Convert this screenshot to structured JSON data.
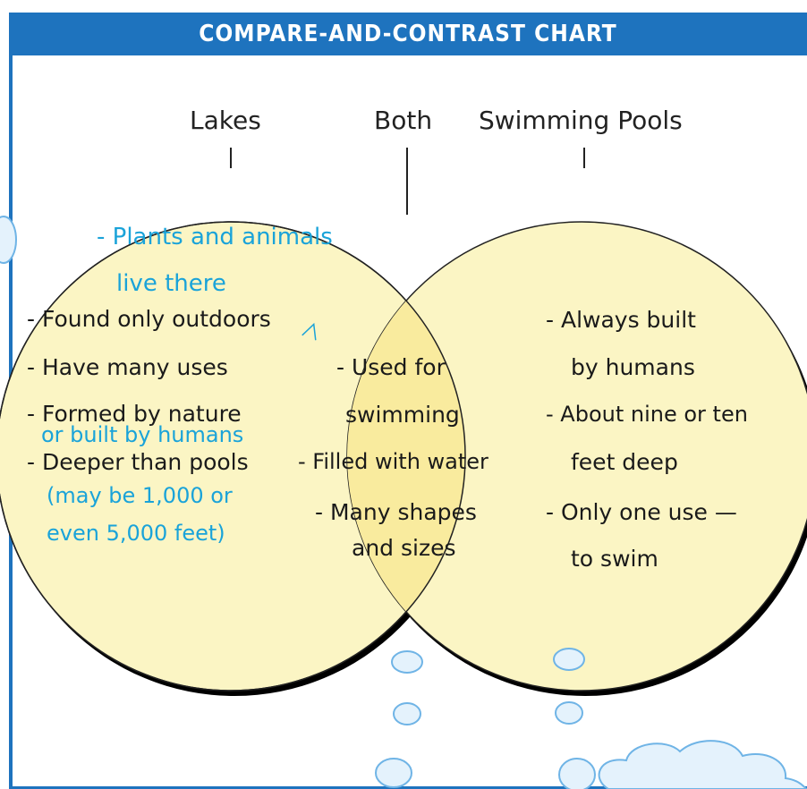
{
  "title": "COMPARE-AND-CONTRAST CHART",
  "labels": {
    "left": "Lakes",
    "center": "Both",
    "right": "Swimming Pools"
  },
  "lakes": {
    "insert1_line1": "- Plants and animals",
    "insert1_line2": "live there",
    "line1": "- Found only outdoors",
    "line2": "- Have many uses",
    "line3": "- Formed by nature",
    "insert2": "or built by humans",
    "line4": "- Deeper than pools",
    "insert3_line1": "(may be 1,000 or",
    "insert3_line2": "even 5,000 feet)"
  },
  "both": {
    "line1": "- Used for",
    "line2": "swimming",
    "line3": "- Filled with water",
    "line4": "- Many shapes",
    "line5": "and sizes"
  },
  "pools": {
    "line1": "- Always built",
    "line2": "by humans",
    "line3": "- About nine or ten",
    "line4": "feet deep",
    "line5": "- Only one use —",
    "line6": "to swim"
  },
  "colors": {
    "header": "#1e73be",
    "circle_fill": "#fbf5c4",
    "overlap_fill": "#f9eb9e",
    "insert_text": "#1aa3d9",
    "bubble_fill": "#e4f2fc",
    "bubble_stroke": "#6fb4e6"
  }
}
